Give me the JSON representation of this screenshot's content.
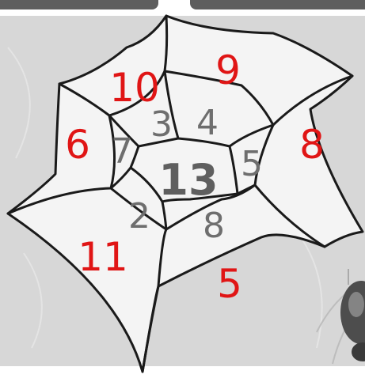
{
  "puzzle": {
    "target": "13",
    "inner_numbers": [
      "3",
      "4",
      "5",
      "8",
      "2",
      "7"
    ],
    "outer_numbers": [
      "9",
      "8",
      "5",
      "11",
      "6",
      "10"
    ]
  },
  "colors": {
    "background": "#d7d7d7",
    "web_fill": "#f4f4f4",
    "web_line": "#1a1a1a",
    "inner_number": "#6e6e6e",
    "target_number": "#5f5f5f",
    "outer_number": "#e01515",
    "top_bar": "#5e5e5e"
  },
  "icons": [
    "spider-icon"
  ]
}
